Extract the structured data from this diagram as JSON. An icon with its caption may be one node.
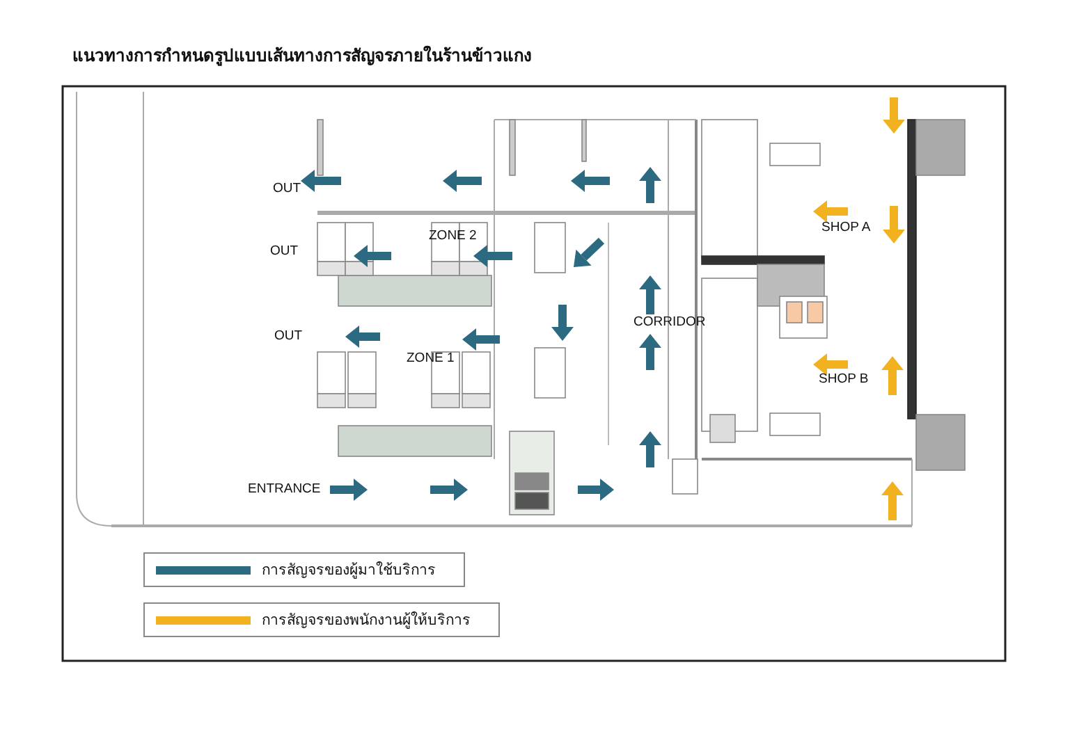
{
  "diagram": {
    "title": "แนวทางการกำหนดรูปแบบเส้นทางการสัญจรภายในร้านข้าวแกง",
    "labels": [
      "OUT",
      "OUT",
      "OUT",
      "ZONE 2",
      "ZONE 1",
      "CORRIDOR",
      "SHOP A",
      "SHOP B",
      "ENTRANCE"
    ],
    "legend": [
      {
        "text": "การสัญจรของผู้มาใช้บริการ",
        "color": "#2b6a80"
      },
      {
        "text": "การสัญจรของพนักงานผู้ให้บริการ",
        "color": "#f2b220"
      }
    ]
  }
}
